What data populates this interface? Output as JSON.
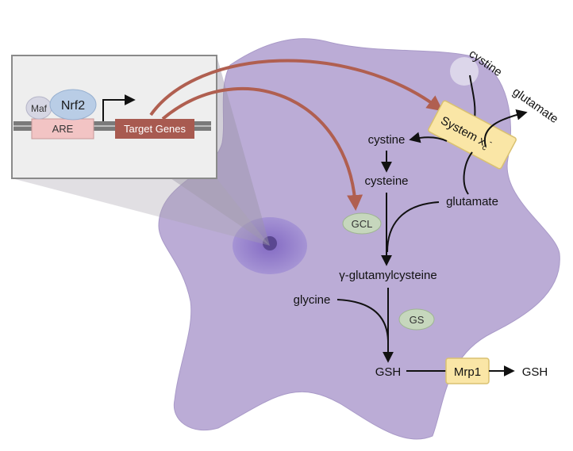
{
  "inset": {
    "maf": "Maf",
    "nrf2": "Nrf2",
    "are": "ARE",
    "target_genes": "Target Genes"
  },
  "transporter": {
    "system_name": "System x",
    "subscript": "c",
    "superscript": "-"
  },
  "extracellular": {
    "cystine": "cystine",
    "glutamate": "glutamate"
  },
  "pathway": {
    "cystine": "cystine",
    "cysteine": "cysteine",
    "glutamate": "glutamate",
    "gcl": "GCL",
    "gamma_glutamylcysteine": "γ-glutamylcysteine",
    "glycine": "glycine",
    "gs": "GS",
    "gsh_in": "GSH",
    "mrp1": "Mrp1",
    "gsh_out": "GSH"
  },
  "colors": {
    "cell": "#b8a8d4",
    "nucleus": "#8a70c8",
    "nucleolus": "#5a4790",
    "inset_bg": "#eeeeee",
    "maf": "#d6d6e3",
    "nrf2": "#b9cde6",
    "are": "#f2c4c4",
    "target_genes": "#a85a50",
    "red_arrow": "#b05f50",
    "transporter": "#fae6a6",
    "enzyme": "#c6d7bd"
  }
}
